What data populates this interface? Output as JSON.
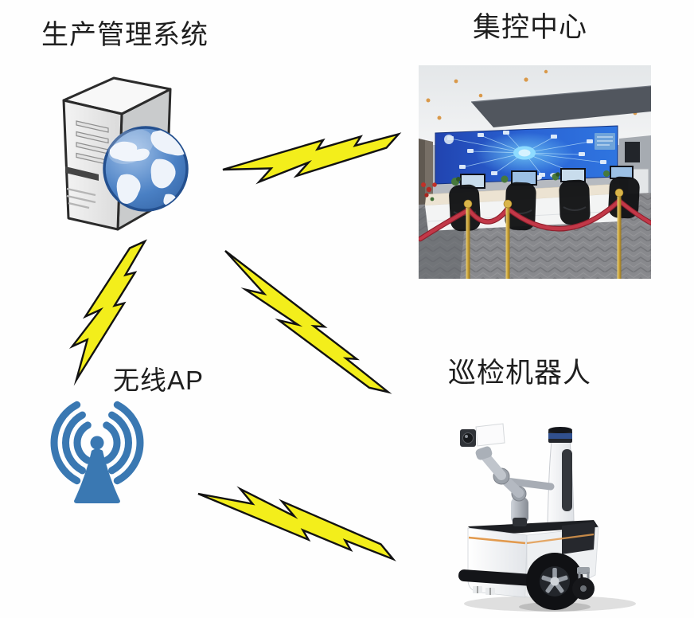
{
  "diagram": {
    "title": "",
    "nodes": {
      "pms": {
        "label": "生产管理系统",
        "icon": "server-globe-icon"
      },
      "control_center": {
        "label": "集控中心",
        "image": "control-room-photo"
      },
      "wireless_ap": {
        "label": "无线AP",
        "icon": "wifi-ap-icon"
      },
      "robot": {
        "label": "巡检机器人",
        "image": "inspection-robot-photo"
      }
    },
    "links": [
      {
        "from": "pms",
        "to": "control_center",
        "symbol": "lightning-bolt"
      },
      {
        "from": "pms",
        "to": "wireless_ap",
        "symbol": "lightning-bolt"
      },
      {
        "from": "pms",
        "to": "robot",
        "symbol": "lightning-bolt"
      },
      {
        "from": "wireless_ap",
        "to": "robot",
        "symbol": "lightning-bolt"
      }
    ]
  },
  "colors": {
    "background": "#fefefe",
    "label_text": "#1f1f1f",
    "bolt_fill": "#f3ee1b",
    "bolt_outline": "#121212",
    "ap_blue": "#3a78b2",
    "globe_blue": "#4a80c4",
    "screen_blue": "#2a63d4",
    "rope_red": "#b22d3d",
    "stanchion_gold": "#c9a035",
    "accent_orange": "#e29a4e"
  }
}
